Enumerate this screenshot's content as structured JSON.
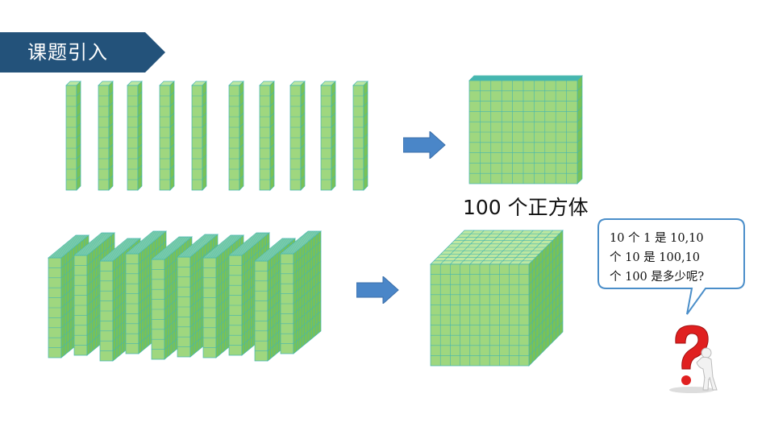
{
  "header": {
    "title": "课题引入"
  },
  "caption": {
    "hundred_label": "100 个正方体"
  },
  "question": {
    "line1": "10 个 1 是 10,10",
    "line2": "个 10 是 100,10",
    "line3": "个 100 是多少呢?"
  },
  "illustration": {
    "ten_sticks_count": 10,
    "ten_slabs_count": 10,
    "block_grid_size": 10
  },
  "colors": {
    "banner": "#23527a",
    "block_front": "#9fd77f",
    "block_top": "#bde7a1",
    "block_side": "#79c257",
    "grid_line": "#45b6b0",
    "arrow": "#4a86c8",
    "bubble_border": "#4a8ec9",
    "question_mark": "#e02020"
  },
  "icons": {
    "arrow": "right-arrow-icon",
    "thinker": "question-figure-icon"
  }
}
